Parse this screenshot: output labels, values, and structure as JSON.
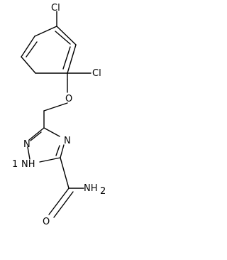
{
  "molecule": {
    "atoms": {
      "cl_top": "Cl",
      "cl_right": "Cl",
      "oxygen_ether": "O",
      "nitrogen_1": "N",
      "nitrogen_2": "N",
      "nitrogen_h": "NH",
      "hydrogen_on_n": "1",
      "nitrogen_amide": "NH",
      "amide_h2_sub": "2",
      "oxygen_carbonyl": "O"
    }
  }
}
